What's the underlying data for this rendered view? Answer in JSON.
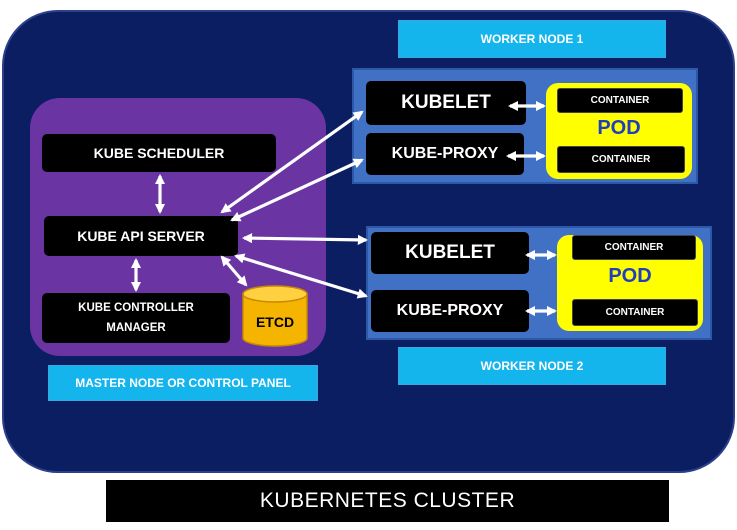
{
  "cluster": {
    "label": "KUBERNETES CLUSTER"
  },
  "master": {
    "caption": "MASTER NODE OR CONTROL PANEL",
    "scheduler": "KUBE SCHEDULER",
    "api_server": "KUBE API SERVER",
    "controller_manager_line1": "KUBE CONTROLLER",
    "controller_manager_line2": "MANAGER",
    "etcd": "ETCD"
  },
  "worker1": {
    "title": "WORKER NODE 1",
    "kubelet": "KUBELET",
    "kube_proxy": "KUBE-PROXY",
    "pod": "POD",
    "container_a": "CONTAINER",
    "container_b": "CONTAINER"
  },
  "worker2": {
    "title": "WORKER NODE 2",
    "kubelet": "KUBELET",
    "kube_proxy": "KUBE-PROXY",
    "pod": "POD",
    "container_a": "CONTAINER",
    "container_b": "CONTAINER"
  },
  "colors": {
    "cluster_bg": "#0c1e62",
    "master_bg": "#6a35a3",
    "worker_bg": "#4171c4",
    "label_cyan": "#14b4ec",
    "pod_yellow": "#ffff00",
    "etcd_gold": "#f5b400"
  }
}
